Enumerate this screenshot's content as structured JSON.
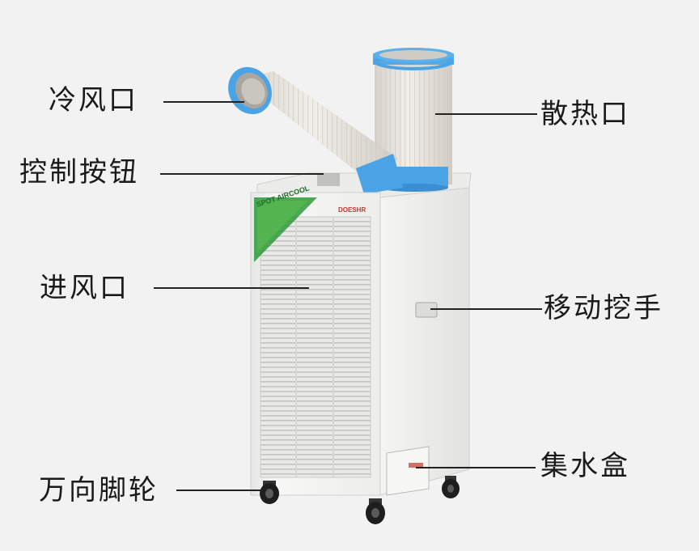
{
  "labels": {
    "cold_air_outlet": "冷风口",
    "control_buttons": "控制按钮",
    "air_inlet": "进风口",
    "casters": "万向脚轮",
    "heat_exhaust": "散热口",
    "carry_handle": "移动挖手",
    "water_tank": "集水盒"
  },
  "product_text": {
    "sticker": "SPOT AIRCOOL",
    "brand": "DOESHR"
  },
  "colors": {
    "background": "#f2f2f2",
    "duct_ring": "#4aa3e4",
    "duct_body": "#e2e0da",
    "cabinet": "#f5f5f3",
    "sticker_green": "#2e9a3a"
  }
}
